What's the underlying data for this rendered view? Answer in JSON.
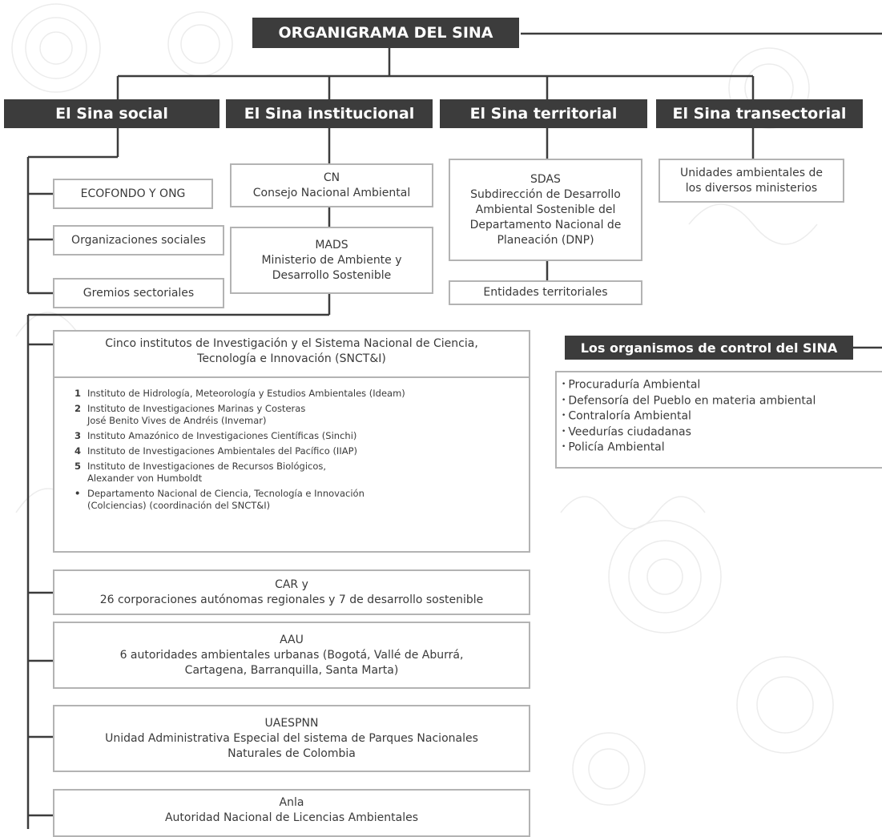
{
  "title": "ORGANIGRAMA DEL SINA",
  "branches": [
    {
      "label": "El Sina social"
    },
    {
      "label": "El Sina institucional"
    },
    {
      "label": "El Sina territorial"
    },
    {
      "label": "El Sina  transectorial"
    }
  ],
  "social_items": [
    "ECOFONDO Y ONG",
    "Organizaciones sociales",
    "Gremios sectoriales"
  ],
  "cn": {
    "line1": "CN",
    "line2": "Consejo Nacional Ambiental"
  },
  "mads": {
    "line1": "MADS",
    "line2": "Ministerio de Ambiente y",
    "line3": "Desarrollo Sostenible"
  },
  "sdas": {
    "line1": "SDAS",
    "line2": "Subdirección de Desarrollo",
    "line3": "Ambiental Sostenible del",
    "line4": "Departamento Nacional de",
    "line5": "Planeación (DNP)"
  },
  "entidades": "Entidades territoriales",
  "unidades": {
    "line1": "Unidades ambientales de",
    "line2": "los diversos ministerios"
  },
  "institutes_box": {
    "line1": "Cinco institutos de Investigación y el  Sistema Nacional de Ciencia,",
    "line2": "Tecnología e Innovación (SNCT&I)"
  },
  "institutes": [
    {
      "num": "1",
      "lines": [
        "Instituto de Hidrología, Meteorología y Estudios Ambientales (Ideam)"
      ]
    },
    {
      "num": "2",
      "lines": [
        "Instituto de Investigaciones Marinas y Costeras",
        "José Benito Vives de Andréis (Invemar)"
      ]
    },
    {
      "num": "3",
      "lines": [
        "Instituto Amazónico de Investigaciones Científicas (Sinchi)"
      ]
    },
    {
      "num": "4",
      "lines": [
        "Instituto de Investigaciones Ambientales del Pacífico (IIAP)"
      ]
    },
    {
      "num": "5",
      "lines": [
        "Instituto de Investigaciones de Recursos Biológicos,",
        "Alexander von Humboldt"
      ]
    },
    {
      "num": "•",
      "lines": [
        "Departamento Nacional de Ciencia, Tecnología e Innovación",
        "(Colciencias) (coordinación del SNCT&I)"
      ]
    }
  ],
  "car": {
    "line1": "CAR y",
    "line2": "26 corporaciones autónomas regionales y 7 de desarrollo sostenible"
  },
  "aau": {
    "line1": "AAU",
    "line2": "6 autoridades ambientales urbanas (Bogotá, Vallé de Aburrá,",
    "line3": "Cartagena,  Barranquilla, Santa Marta)"
  },
  "uaespnn": {
    "line1": "UAESPNN",
    "line2": "Unidad Administrativa Especial del sistema de Parques Nacionales",
    "line3": "Naturales de Colombia"
  },
  "anla": {
    "line1": "Anla",
    "line2": "Autoridad Nacional de Licencias Ambientales"
  },
  "control": {
    "title": "Los organismos de control del SINA",
    "bullet": "•",
    "items": [
      "Procuraduría Ambiental",
      "Defensoría del Pueblo en materia ambiental",
      "Contraloría Ambiental",
      "Veedurías ciudadanas",
      "Policía Ambiental"
    ]
  }
}
